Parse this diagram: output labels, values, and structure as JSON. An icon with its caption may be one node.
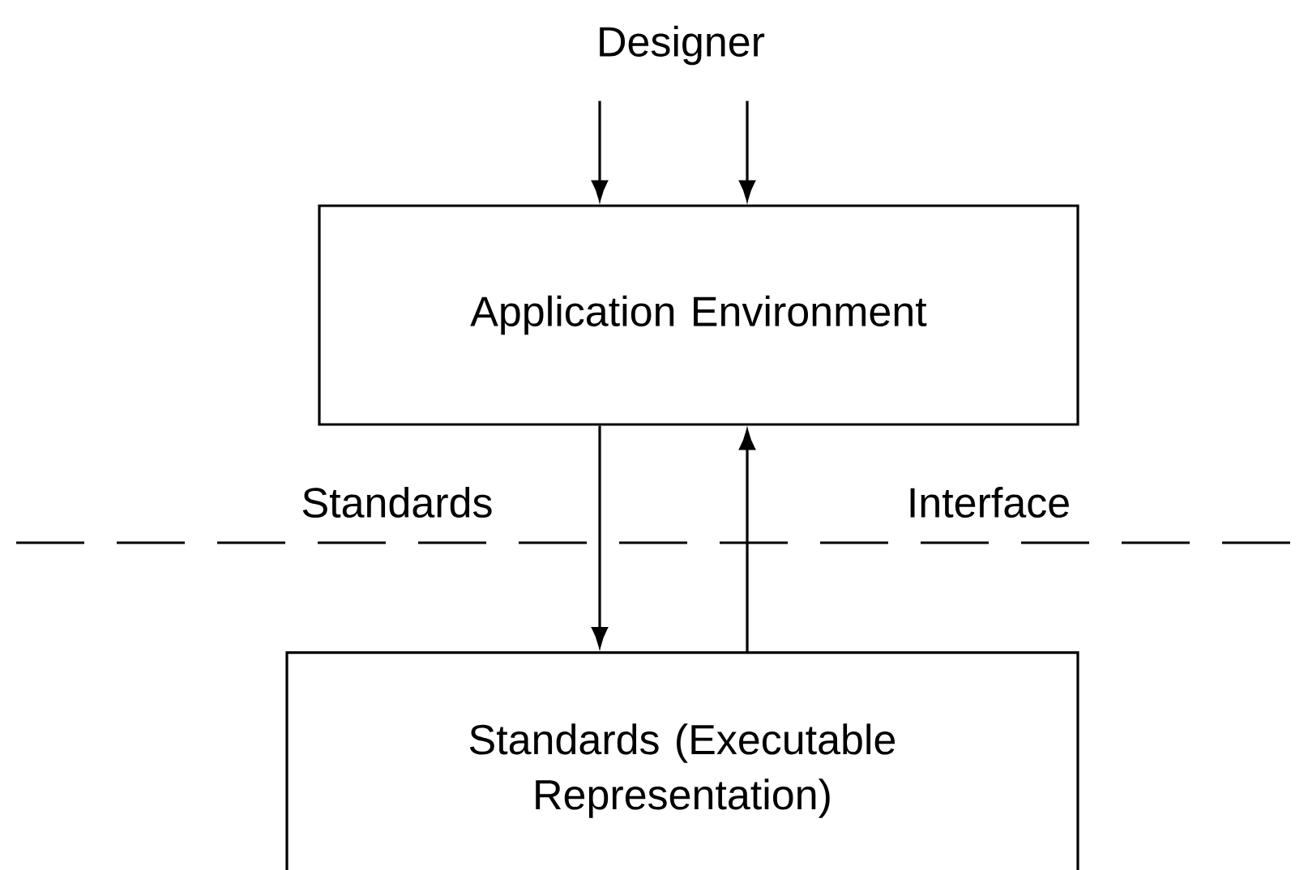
{
  "diagram": {
    "nodes": [
      {
        "text": [
          "Designer"
        ]
      },
      {
        "text": [
          "Application Environment"
        ]
      },
      {
        "text": [
          "Standards (Executable Representation)"
        ]
      }
    ],
    "edges": [
      {
        "from": 0,
        "to": 1,
        "arrow": "to"
      },
      {
        "from": 0,
        "to": 1,
        "arrow": "to"
      },
      {
        "from": 1,
        "to": 2,
        "arrow": "to"
      },
      {
        "from": 2,
        "to": 1,
        "arrow": "to"
      }
    ],
    "labels": [
      "Standards",
      "Interface"
    ]
  }
}
